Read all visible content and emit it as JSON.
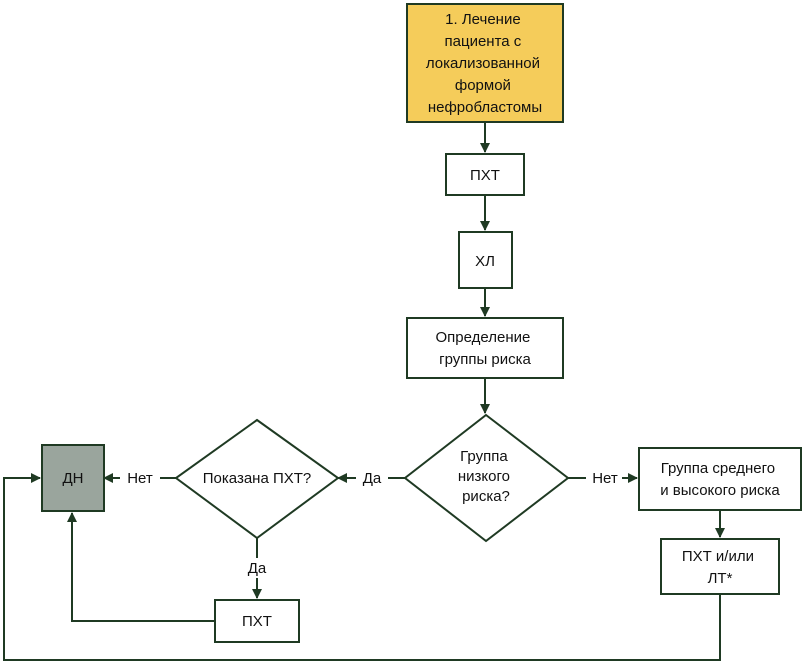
{
  "diagram": {
    "start": [
      "1. Лечение",
      "пациента с",
      "локализованной",
      "формой",
      "нефробластомы"
    ],
    "pxt_top": "ПХТ",
    "hl": "ХЛ",
    "risk_def": [
      "Определение",
      "группы риска"
    ],
    "low_risk_q": [
      "Группа",
      "низкого",
      "риска?"
    ],
    "mid_high": [
      "Группа среднего",
      "и высокого риска"
    ],
    "pxt_lt": [
      "ПХТ и/или",
      "ЛТ*"
    ],
    "pxt_q": "Показана ПХТ?",
    "pxt_bottom": "ПХТ",
    "dn": "ДН",
    "labels": {
      "yes_left": "Да",
      "no_right": "Нет",
      "no_left": "Нет",
      "yes_down": "Да"
    }
  }
}
